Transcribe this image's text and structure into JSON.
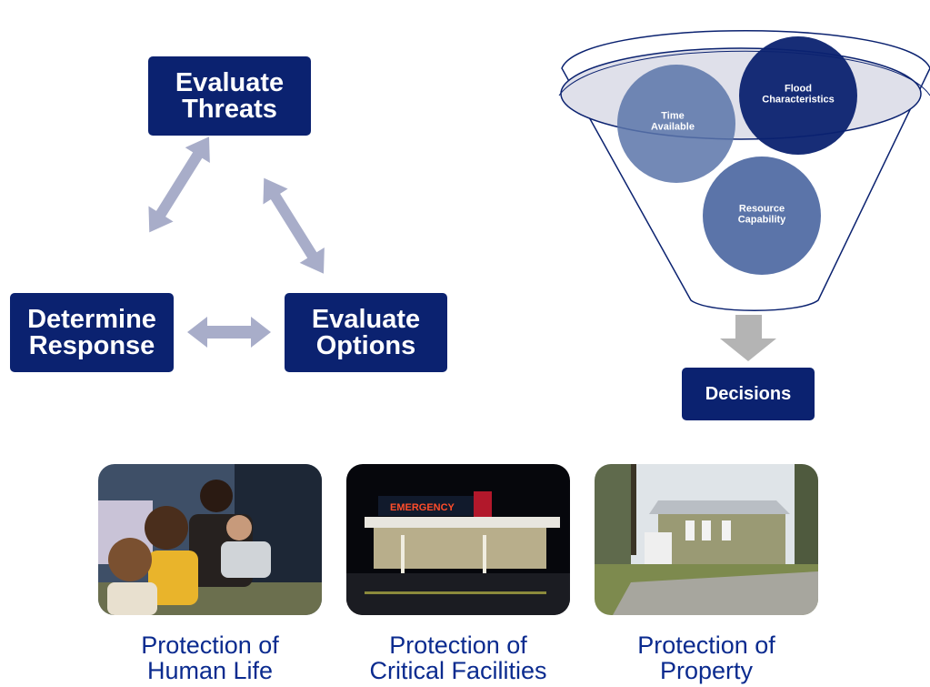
{
  "cycle": {
    "evaluate_threats": "Evaluate\nThreats",
    "determine_response": "Determine\nResponse",
    "evaluate_options": "Evaluate\nOptions"
  },
  "funnel": {
    "flood_characteristics": "Flood\nCharacteristics",
    "time_available": "Time\nAvailable",
    "resource_capability": "Resource\nCapability",
    "decisions": "Decisions"
  },
  "photos": [
    {
      "caption": "Protection of\nHuman Life"
    },
    {
      "caption": "Protection of\nCritical Facilities",
      "sign_text": "EMERGENCY"
    },
    {
      "caption": "Protection of\nProperty"
    }
  ],
  "colors": {
    "box_navy": "#0b2270",
    "arrow_gray": "#a8adc9",
    "caption_blue": "#0b2b8f",
    "circle_light": "#5b74a9"
  }
}
